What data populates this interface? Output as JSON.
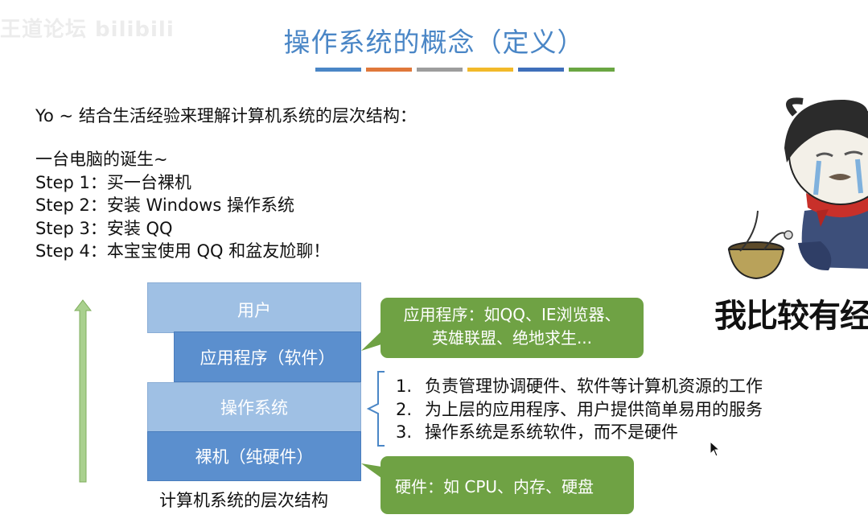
{
  "slide": {
    "watermark": "王道论坛 bilibili",
    "title": "操作系统的概念（定义）",
    "title_bar_colors": [
      "#4a86c6",
      "#e0783a",
      "#9d9d9d",
      "#f2b92a",
      "#3f6fba",
      "#6aa642"
    ],
    "intro": "Yo ~ 结合生活经验来理解计算机系统的层次结构：",
    "steps_heading": "一台电脑的诞生~",
    "steps": [
      "Step 1：买一台裸机",
      "Step 2：安装 Windows 操作系统",
      "Step 3：安装 QQ",
      "Step 4：本宝宝使用 QQ 和盆友尬聊！"
    ],
    "meme_caption": "我比较有经"
  },
  "diagram": {
    "layers": {
      "user": "用户",
      "app": "应用程序（软件）",
      "os": "操作系统",
      "hardware": "裸机（纯硬件）"
    },
    "caption": "计算机系统的层次结构",
    "app_callout": {
      "line1": "应用程序：如QQ、IE浏览器、",
      "line2": "英雄联盟、绝地求生..."
    },
    "hardware_callout": "硬件：如 CPU、内存、硬盘",
    "os_duties": [
      {
        "num": "1.",
        "text": "负责管理协调硬件、软件等计算机资源的工作"
      },
      {
        "num": "2.",
        "text": "为上层的应用程序、用户提供简单易用的服务"
      },
      {
        "num": "3.",
        "text": "操作系统是系统软件，而不是硬件"
      }
    ],
    "colors": {
      "layer_light": "#9fc0e4",
      "layer_dark": "#5b8fce",
      "callout": "#6fa244",
      "arrow": "#a9d08e"
    }
  }
}
